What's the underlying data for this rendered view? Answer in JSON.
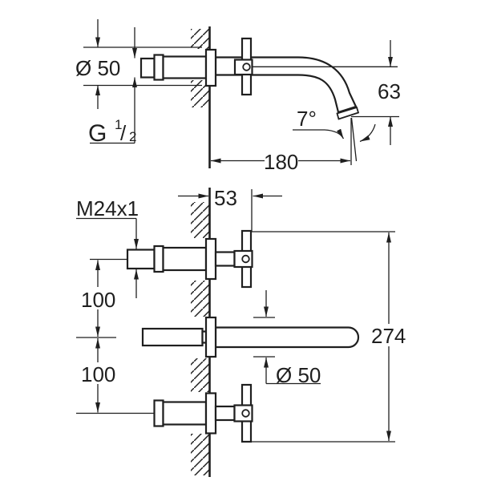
{
  "colors": {
    "background": "#ffffff",
    "line": "#1f1f1f",
    "text": "#1f1f1f"
  },
  "side_view": {
    "rosette_diameter": "Ø 50",
    "supply_thread": {
      "prefix": "G",
      "numerator": "1",
      "slash": "/",
      "denominator": "2"
    },
    "outlet_drop_height": "63",
    "spout_angle": "7°",
    "spout_reach": "180"
  },
  "front_view": {
    "handle_projection": "53",
    "connection_thread": "M24x1",
    "upper_hole_spacing": "100",
    "lower_hole_spacing": "100",
    "rosette_diameter": "Ø 50",
    "overall_height": "274"
  }
}
